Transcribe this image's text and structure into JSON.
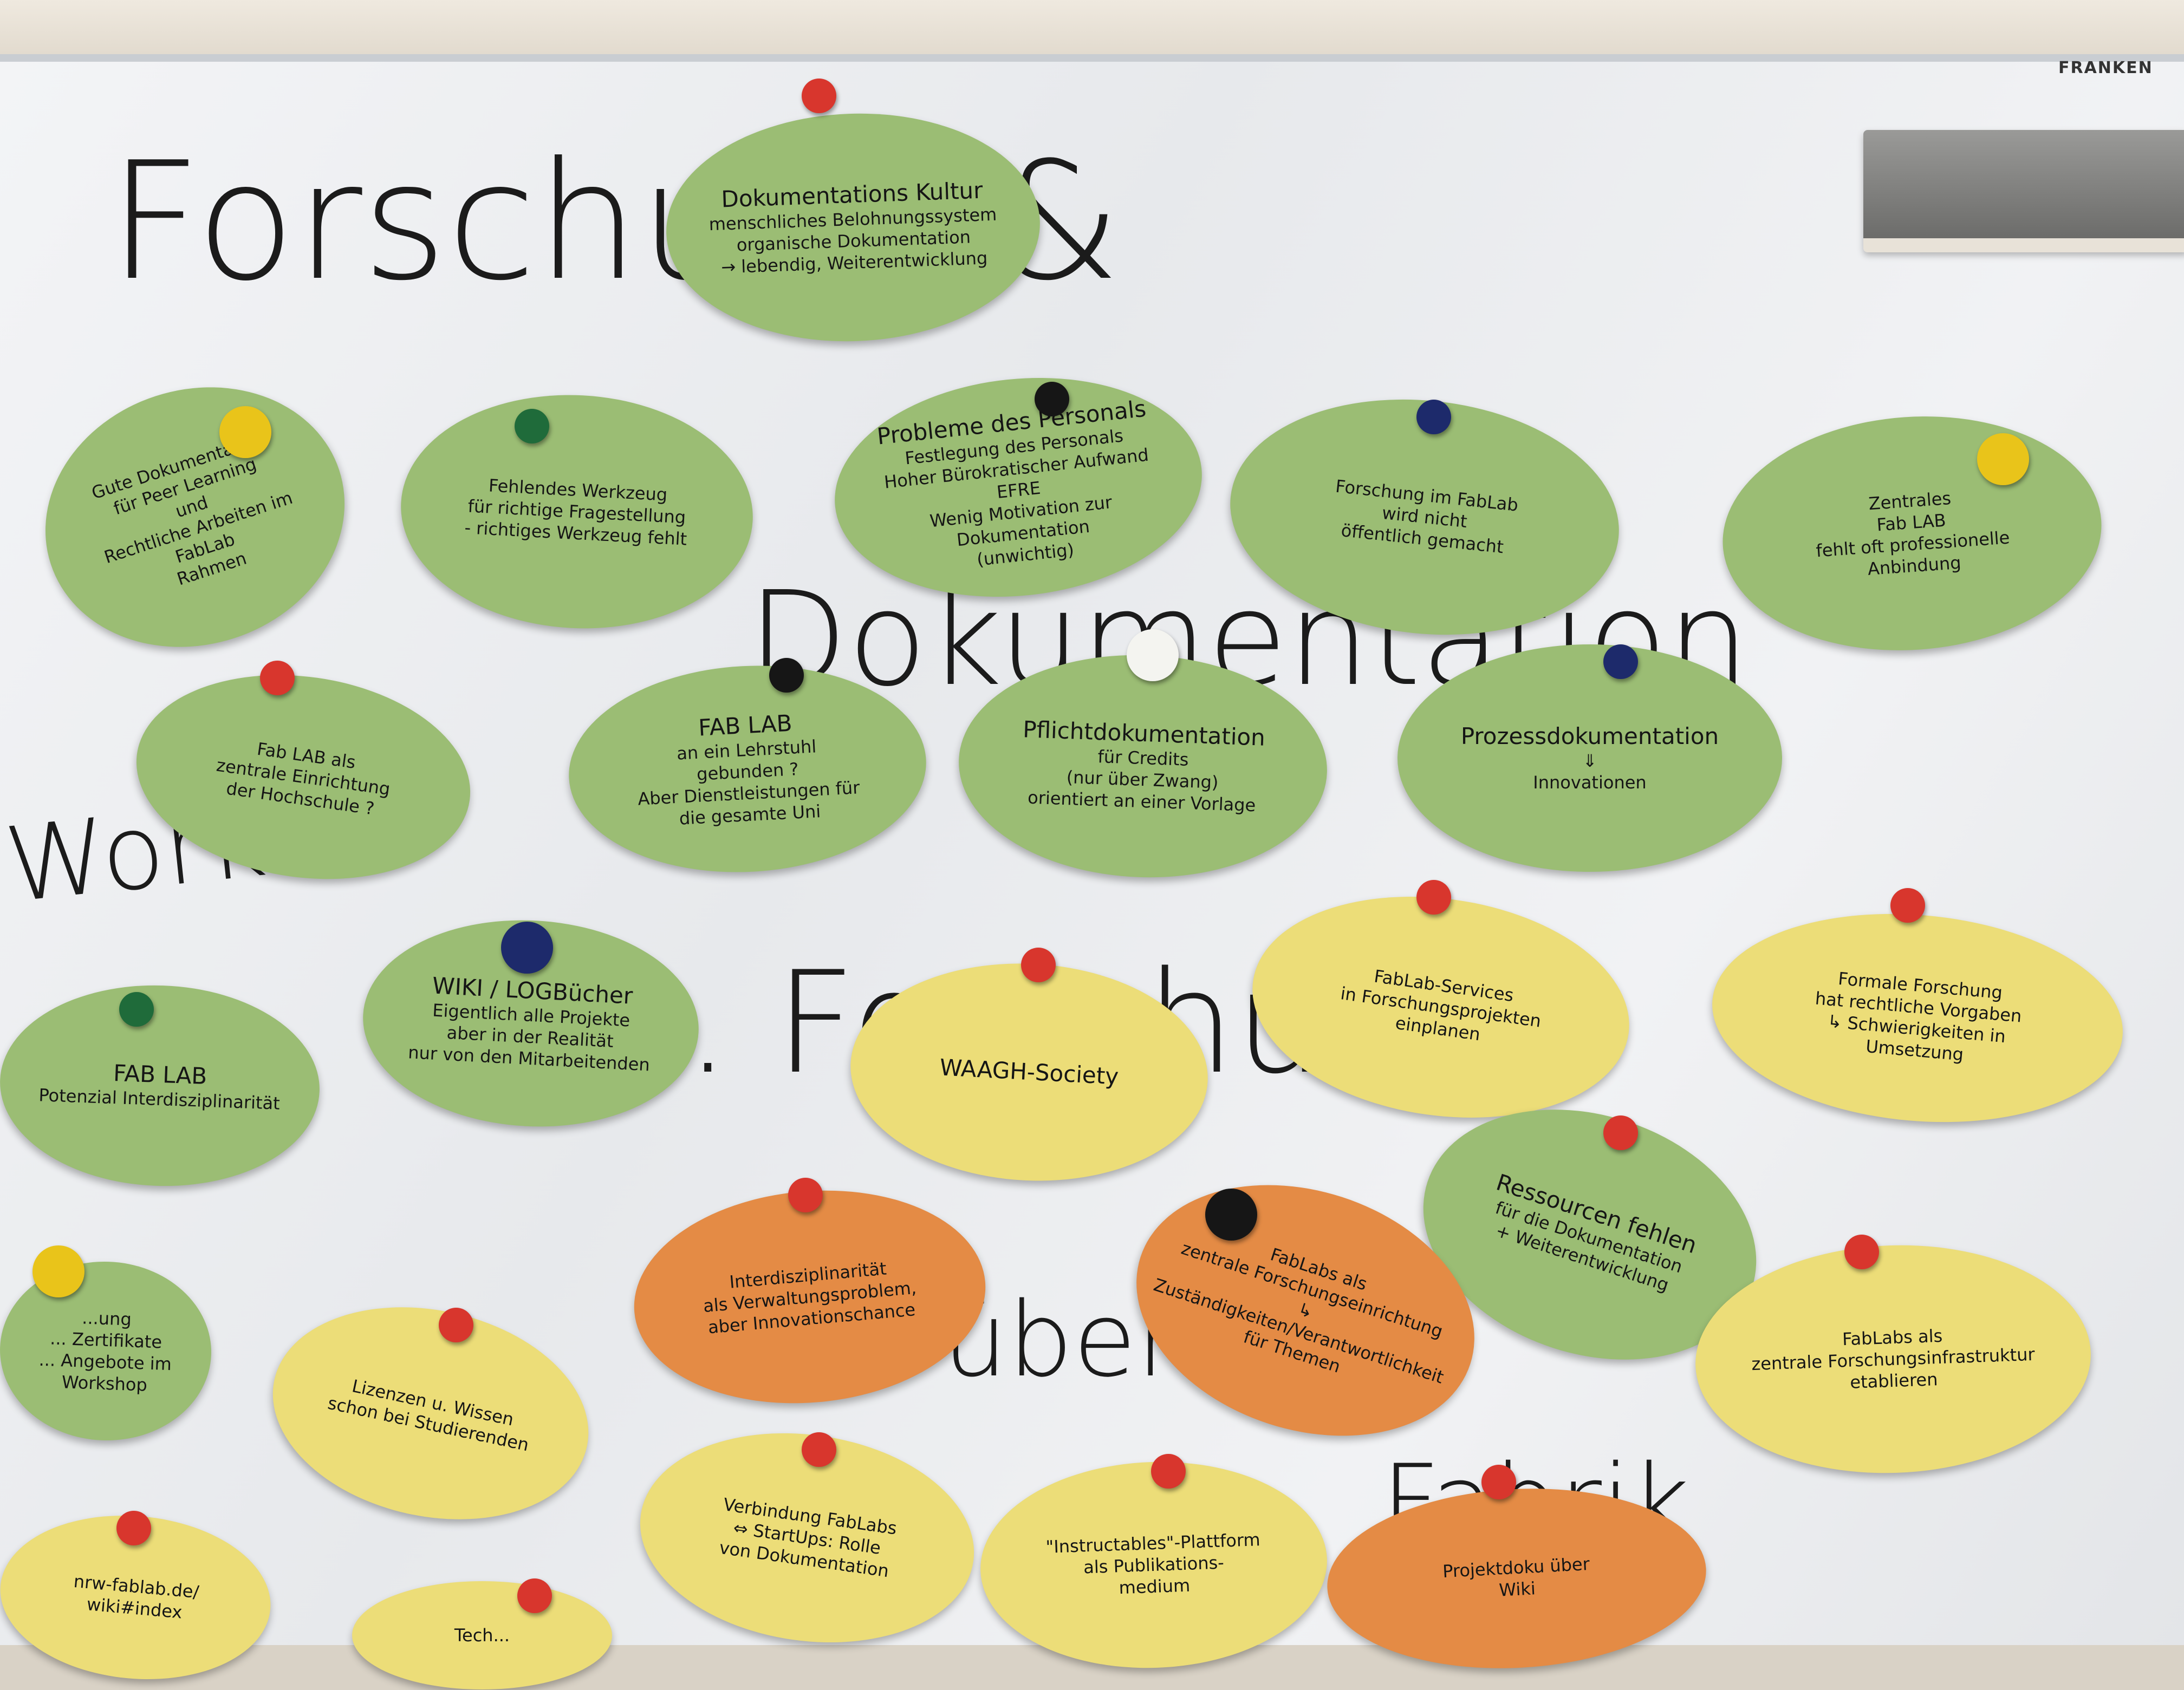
{
  "brand": "FRANKEN",
  "marker_text": {
    "heading_1": "Forschung &",
    "heading_2": "Dokumentation",
    "heading_3": "Work",
    "heading_4": "1. Forschung",
    "heading_5": "über",
    "heading_6": "Fabrik"
  },
  "notes": [
    {
      "color": "green",
      "title": "Dokumentations Kultur",
      "lines": [
        "menschliches Belohnungssystem",
        "organische Dokumentation",
        "→ lebendig, Weiterentwicklung"
      ]
    },
    {
      "color": "green",
      "title": "",
      "lines": [
        "Gute Dokumentation",
        "für Peer Learning",
        "und",
        "Rechtliche Arbeiten im FabLab",
        "Rahmen"
      ]
    },
    {
      "color": "green",
      "title": "",
      "lines": [
        "Fehlendes Werkzeug",
        "für richtige Fragestellung",
        "- richtiges Werkzeug fehlt"
      ]
    },
    {
      "color": "green",
      "title": "Probleme des Personals",
      "lines": [
        "Festlegung des Personals",
        "Hoher Bürokratischer Aufwand",
        "EFRE",
        "Wenig Motivation zur",
        "Dokumentation",
        "(unwichtig)"
      ]
    },
    {
      "color": "green",
      "title": "",
      "lines": [
        "Forschung im FabLab",
        "wird nicht",
        "öffentlich gemacht"
      ]
    },
    {
      "color": "green",
      "title": "",
      "lines": [
        "Zentrales",
        "Fab LAB",
        "fehlt oft professionelle",
        "Anbindung"
      ]
    },
    {
      "color": "green",
      "title": "",
      "lines": [
        "Fab LAB als",
        "zentrale Einrichtung",
        "der Hochschule ?"
      ]
    },
    {
      "color": "green",
      "title": "FAB LAB",
      "lines": [
        "an ein Lehrstuhl",
        "gebunden ?",
        "Aber Dienstleistungen für",
        "die gesamte Uni"
      ]
    },
    {
      "color": "green",
      "title": "Pflichtdokumentation",
      "lines": [
        "für Credits",
        "(nur über Zwang)",
        "orientiert an einer Vorlage"
      ]
    },
    {
      "color": "green",
      "title": "Prozessdokumentation",
      "lines": [
        "⇓",
        "Innovationen"
      ]
    },
    {
      "color": "green",
      "title": "WIKI / LOGBücher",
      "lines": [
        "Eigentlich alle Projekte",
        "aber in der Realität",
        "nur von den Mitarbeitenden"
      ]
    },
    {
      "color": "green",
      "title": "FAB LAB",
      "lines": [
        "Potenzial Interdisziplinarität"
      ]
    },
    {
      "color": "yellow",
      "title": "WAAGH-Society",
      "lines": []
    },
    {
      "color": "yellow",
      "title": "",
      "lines": [
        "FabLab-Services",
        "in Forschungsprojekten",
        "einplanen"
      ]
    },
    {
      "color": "yellow",
      "title": "",
      "lines": [
        "Formale Forschung",
        "hat rechtliche Vorgaben",
        "↳ Schwierigkeiten in",
        "Umsetzung"
      ]
    },
    {
      "color": "green",
      "title": "Ressourcen fehlen",
      "lines": [
        "für die Dokumentation",
        "+ Weiterentwicklung"
      ]
    },
    {
      "color": "orange",
      "title": "",
      "lines": [
        "Interdisziplinarität",
        "als Verwaltungsproblem,",
        "aber Innovationschance"
      ]
    },
    {
      "color": "orange",
      "title": "",
      "lines": [
        "FabLabs als",
        "zentrale Forschungseinrichtung",
        "↳ Zuständigkeiten/Verantwortlichkeit",
        "für Themen"
      ]
    },
    {
      "color": "yellow",
      "title": "",
      "lines": [
        "FabLabs als",
        "zentrale Forschungsinfrastruktur",
        "etablieren"
      ]
    },
    {
      "color": "green",
      "title": "",
      "lines": [
        "...ung",
        "... Zertifikate",
        "... Angebote im Workshop"
      ]
    },
    {
      "color": "yellow",
      "title": "",
      "lines": [
        "Lizenzen u. Wissen",
        "schon bei Studierenden"
      ]
    },
    {
      "color": "yellow",
      "title": "",
      "lines": [
        "Verbindung FabLabs",
        "⇔ StartUps: Rolle",
        "von Dokumentation"
      ]
    },
    {
      "color": "yellow",
      "title": "",
      "lines": [
        "\"Instructables\"-Plattform",
        "als Publikations-",
        "medium"
      ]
    },
    {
      "color": "orange",
      "title": "",
      "lines": [
        "Projektdoku über",
        "Wiki"
      ]
    },
    {
      "color": "yellow",
      "title": "",
      "lines": [
        "nrw-fablab.de/",
        "wiki#index"
      ]
    },
    {
      "color": "yellow",
      "title": "",
      "lines": [
        "Tech..."
      ]
    }
  ],
  "pin_colors": {
    "red": "#d8362d",
    "green": "#1f6b3a",
    "navy": "#1d2a6b",
    "black": "#161616",
    "yellow": "#e9c41a",
    "white": "#f4f4f0"
  }
}
